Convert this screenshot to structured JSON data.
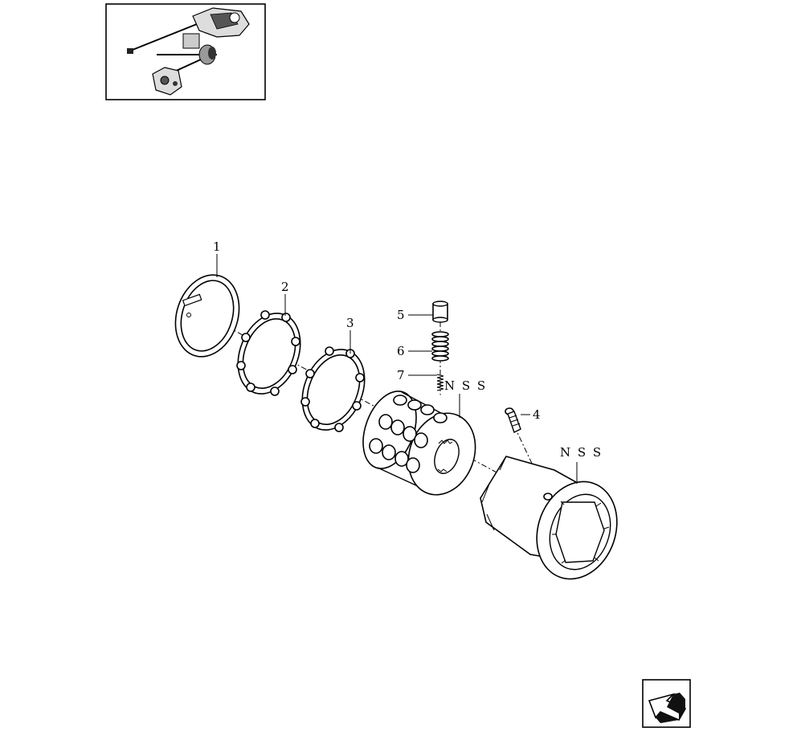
{
  "callouts": [
    {
      "id": "1",
      "label": "1"
    },
    {
      "id": "2",
      "label": "2"
    },
    {
      "id": "3",
      "label": "3"
    },
    {
      "id": "4",
      "label": "4"
    },
    {
      "id": "5",
      "label": "5"
    },
    {
      "id": "6",
      "label": "6"
    },
    {
      "id": "7",
      "label": "7"
    }
  ],
  "nss_labels": {
    "sleeve": "N S S",
    "hub": "N S S"
  },
  "icons": {
    "thumbnail": "assembly-thumbnail",
    "navigation": "back-arrow-icon"
  }
}
